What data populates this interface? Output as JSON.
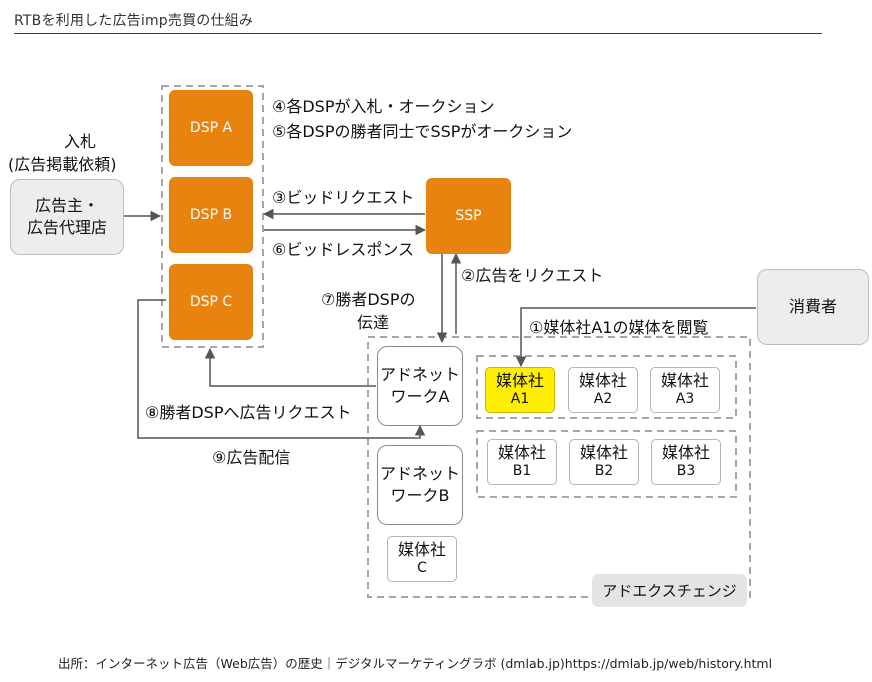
{
  "title": "RTBを利用した広告imp売買の仕組み",
  "dsp": {
    "a": "DSP A",
    "b": "DSP B",
    "c": "DSP C"
  },
  "ssp": "SSP",
  "advertiser": {
    "line1": "広告主・",
    "line2": "広告代理店"
  },
  "bid_label": {
    "line1": "入札",
    "line2": "(広告掲載依頼)"
  },
  "consumer": "消費者",
  "steps": {
    "s1": "①媒体社A1の媒体を閲覧",
    "s2": "②広告をリクエスト",
    "s3": "③ビッドリクエスト",
    "s4": "④各DSPが入札・オークション",
    "s5": "⑤各DSPの勝者同士でSSPがオークション",
    "s6": "⑥ビッドレスポンス",
    "s7_line1": "⑦勝者DSPの",
    "s7_line2": "伝達",
    "s8": "⑧勝者DSPへ広告リクエスト",
    "s9": "⑨広告配信"
  },
  "ad_network_a": {
    "line1": "アドネット",
    "line2": "ワークA"
  },
  "ad_network_b": {
    "line1": "アドネット",
    "line2": "ワークB"
  },
  "media_name": "媒体社",
  "media": {
    "a1": "A1",
    "a2": "A2",
    "a3": "A3",
    "b1": "B1",
    "b2": "B2",
    "b3": "B3",
    "c": "C"
  },
  "exchange_label": "アドエクスチェンジ",
  "source": "出所：インターネット広告（Web広告）の歴史｜デジタルマーケティングラボ (dmlab.jp)https://dmlab.jp/web/history.html",
  "colors": {
    "dsp_orange": "#e8830f",
    "highlight_yellow": "#ffee00",
    "line_gray": "#555555",
    "dash_gray": "#a6a6a6"
  }
}
